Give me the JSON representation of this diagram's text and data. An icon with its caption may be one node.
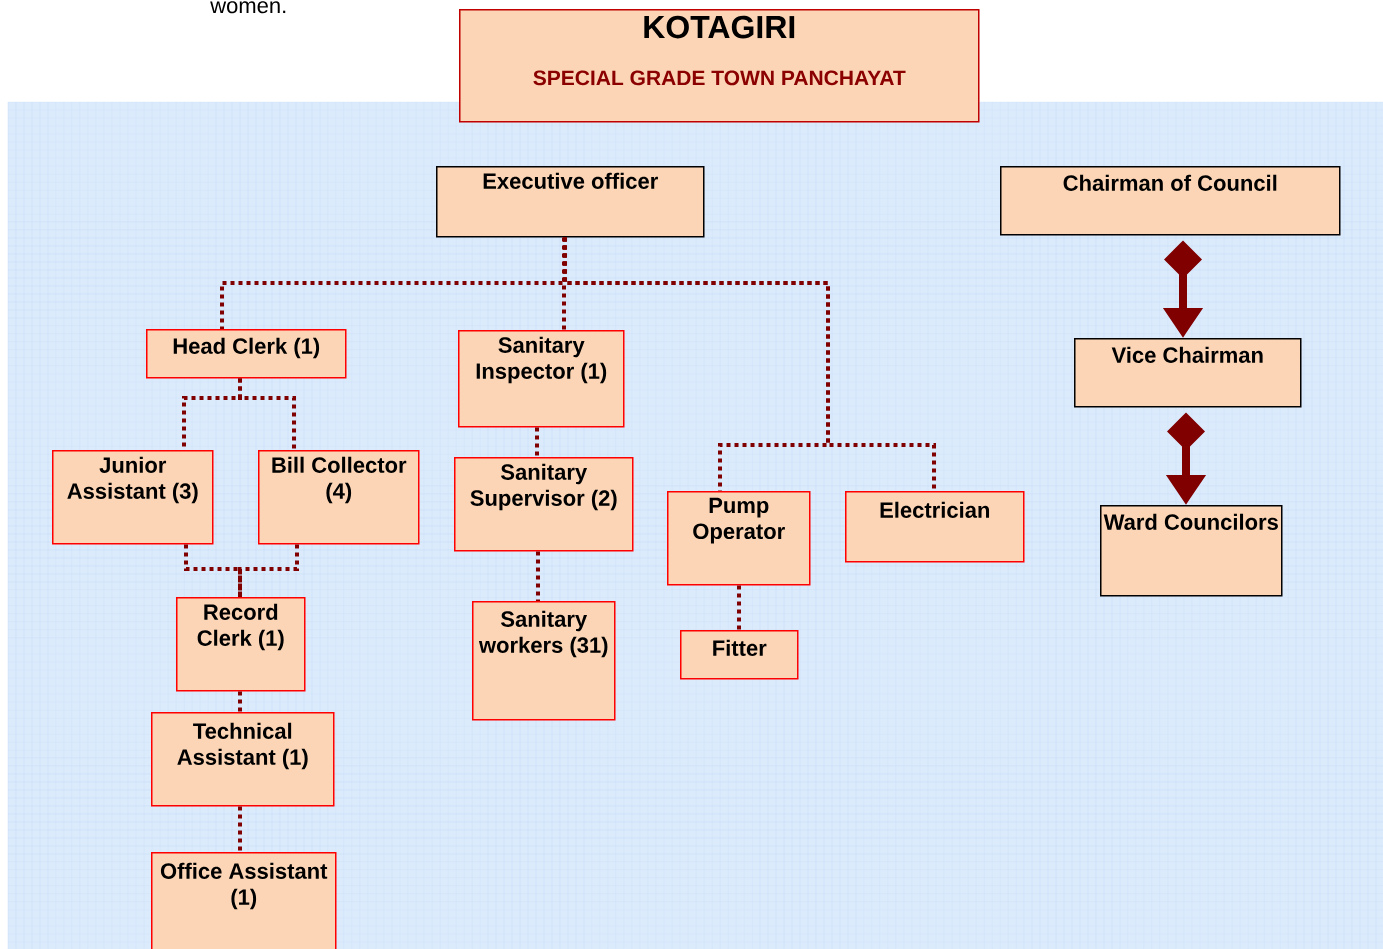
{
  "diagram": {
    "nodes": [
      {
        "text": [
          "KOTAGIRI",
          "SPECIAL GRADE TOWN PANCHAYAT"
        ]
      },
      {
        "text": [
          "Executive officer"
        ]
      },
      {
        "text": [
          "Chairman of Council"
        ]
      },
      {
        "text": [
          "Head Clerk (1)"
        ]
      },
      {
        "text": [
          "Sanitary Inspector (1)"
        ]
      },
      {
        "text": [
          "Vice Chairman"
        ]
      },
      {
        "text": [
          "Junior Assistant (3)"
        ]
      },
      {
        "text": [
          "Bill Collector (4)"
        ]
      },
      {
        "text": [
          "Sanitary Supervisor (2)"
        ]
      },
      {
        "text": [
          "Pump Operator"
        ]
      },
      {
        "text": [
          "Electrician"
        ]
      },
      {
        "text": [
          "Ward Councilors"
        ]
      },
      {
        "text": [
          "Record Clerk (1)"
        ]
      },
      {
        "text": [
          "Sanitary workers (31)"
        ]
      },
      {
        "text": [
          "Fitter"
        ]
      },
      {
        "text": [
          "Technical Assistant (1)"
        ]
      },
      {
        "text": [
          "Office Assistant (1)"
        ]
      }
    ],
    "edges": [
      {
        "from": 1,
        "to": 3,
        "arrow": "none",
        "style": "dashed"
      },
      {
        "from": 1,
        "to": 4,
        "arrow": "none",
        "style": "dashed"
      },
      {
        "from": 1,
        "to": 9,
        "arrow": "none",
        "style": "dashed"
      },
      {
        "from": 1,
        "to": 10,
        "arrow": "none",
        "style": "dashed"
      },
      {
        "from": 3,
        "to": 6,
        "arrow": "none",
        "style": "dashed"
      },
      {
        "from": 3,
        "to": 7,
        "arrow": "none",
        "style": "dashed"
      },
      {
        "from": 6,
        "to": 12,
        "arrow": "none",
        "style": "dashed"
      },
      {
        "from": 7,
        "to": 12,
        "arrow": "none",
        "style": "dashed"
      },
      {
        "from": 12,
        "to": 15,
        "arrow": "none",
        "style": "dashed"
      },
      {
        "from": 15,
        "to": 16,
        "arrow": "none",
        "style": "dashed"
      },
      {
        "from": 4,
        "to": 8,
        "arrow": "none",
        "style": "dashed"
      },
      {
        "from": 8,
        "to": 13,
        "arrow": "none",
        "style": "dashed"
      },
      {
        "from": 9,
        "to": 14,
        "arrow": "none",
        "style": "dashed"
      },
      {
        "from": 2,
        "to": 5,
        "arrow": "to",
        "style": "thick"
      },
      {
        "from": 5,
        "to": 11,
        "arrow": "to",
        "style": "thick"
      }
    ],
    "labels": [
      "women."
    ]
  }
}
